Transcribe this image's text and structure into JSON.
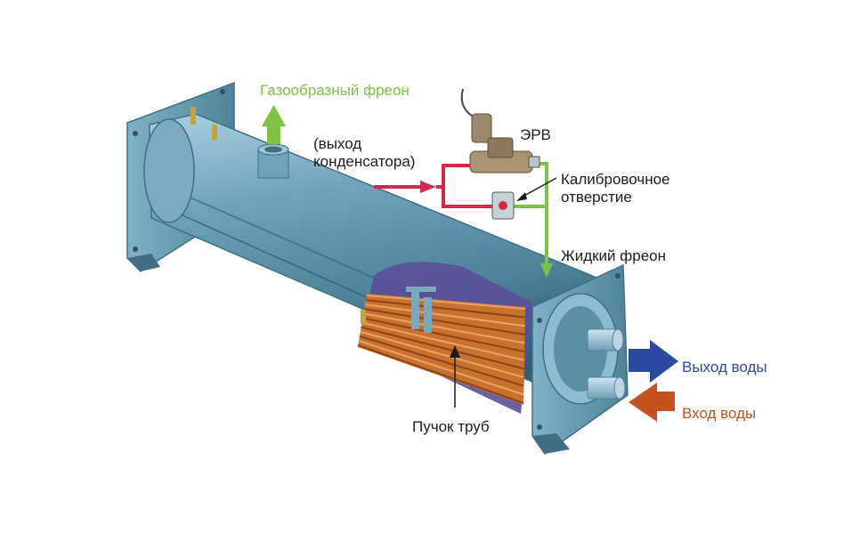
{
  "labels": {
    "gas_freon": "Газообразный фреон",
    "erv": "ЭРВ",
    "condenser_outlet": "(выход\nконденсатора)",
    "calibration_orifice": "Калибровочное\nотверстие",
    "liquid_freon": "Жидкий фреон",
    "water_out": "Выход воды",
    "water_in": "Вход воды",
    "tube_bundle": "Пучок труб"
  },
  "colors": {
    "gas_arrow": "#7dc242",
    "liquid_line": "#7dc242",
    "hot_line": "#d2284b",
    "water_out": "#2a4aa0",
    "water_in": "#c4531f",
    "shell": "#5e95b0",
    "tubes": "#c9722e",
    "text": "#1c1c1c"
  }
}
